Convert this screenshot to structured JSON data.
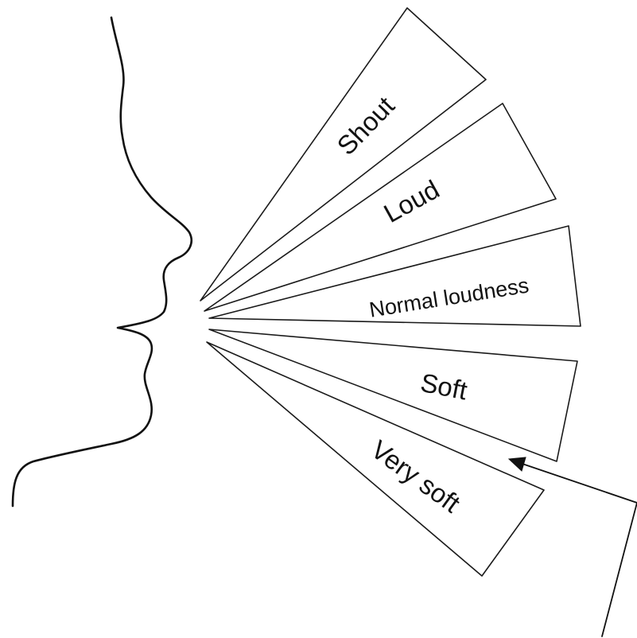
{
  "diagram": {
    "wedges": [
      {
        "key": "shout",
        "label": "Shout"
      },
      {
        "key": "loud",
        "label": "Loud"
      },
      {
        "key": "normal",
        "label": "Normal loudness"
      },
      {
        "key": "soft",
        "label": "Soft"
      },
      {
        "key": "very-soft",
        "label": "Very soft"
      }
    ]
  }
}
